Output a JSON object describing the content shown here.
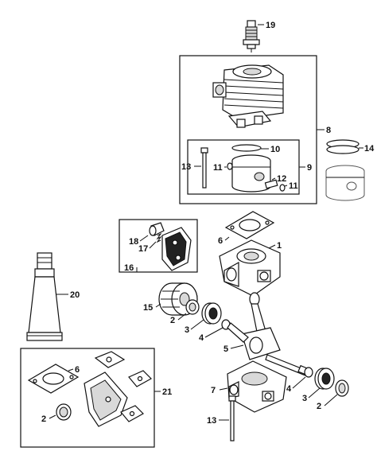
{
  "callouts": {
    "c19": "19",
    "c8": "8",
    "c9": "9",
    "c10": "10",
    "c11a": "11",
    "c11b": "11",
    "c12": "12",
    "c13_top": "13",
    "c14": "14",
    "c6_top": "6",
    "c1": "1",
    "c18": "18",
    "c17": "17",
    "c16": "16",
    "c20": "20",
    "c15": "15",
    "c2_mid": "2",
    "c3_mid": "3",
    "c4_mid": "4",
    "c5": "5",
    "c6_bottom": "6",
    "c21": "21",
    "c2_bottom_left": "2",
    "c7": "7",
    "c4_right": "4",
    "c3_right": "3",
    "c2_right": "2",
    "c13_bottom": "13"
  }
}
